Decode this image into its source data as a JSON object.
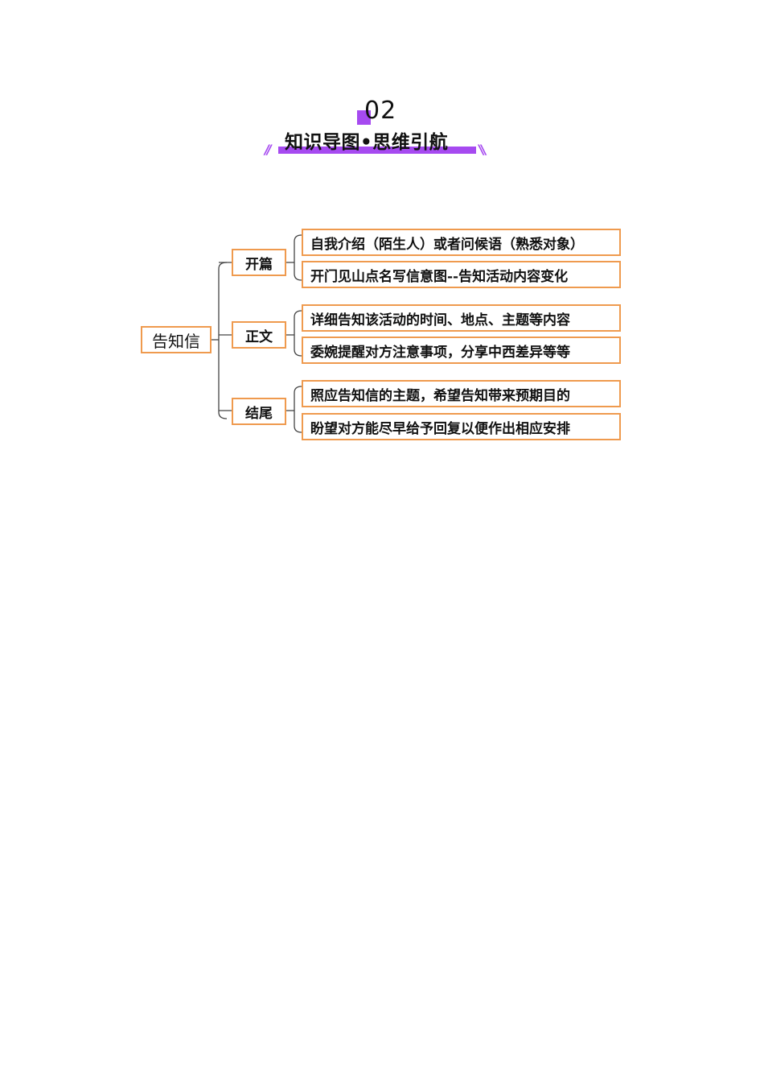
{
  "section": {
    "number": "02",
    "title": "知识导图•思维引航",
    "left_decoration": "//",
    "right_decoration": "\\\\",
    "accent_color": "#a64af0"
  },
  "mindmap": {
    "root": {
      "label": "告知信"
    },
    "border_color": "#ef9a4e",
    "branches": [
      {
        "label": "开篇",
        "items": [
          "自我介绍（陌生人）或者问候语（熟悉对象）",
          "开门见山点名写信意图--告知活动内容变化"
        ]
      },
      {
        "label": "正文",
        "items": [
          "详细告知该活动的时间、地点、主题等内容",
          "委婉提醒对方注意事项，分享中西差异等等"
        ]
      },
      {
        "label": "结尾",
        "items": [
          "照应告知信的主题，希望告知带来预期目的",
          "盼望对方能尽早给予回复以便作出相应安排"
        ]
      }
    ]
  }
}
